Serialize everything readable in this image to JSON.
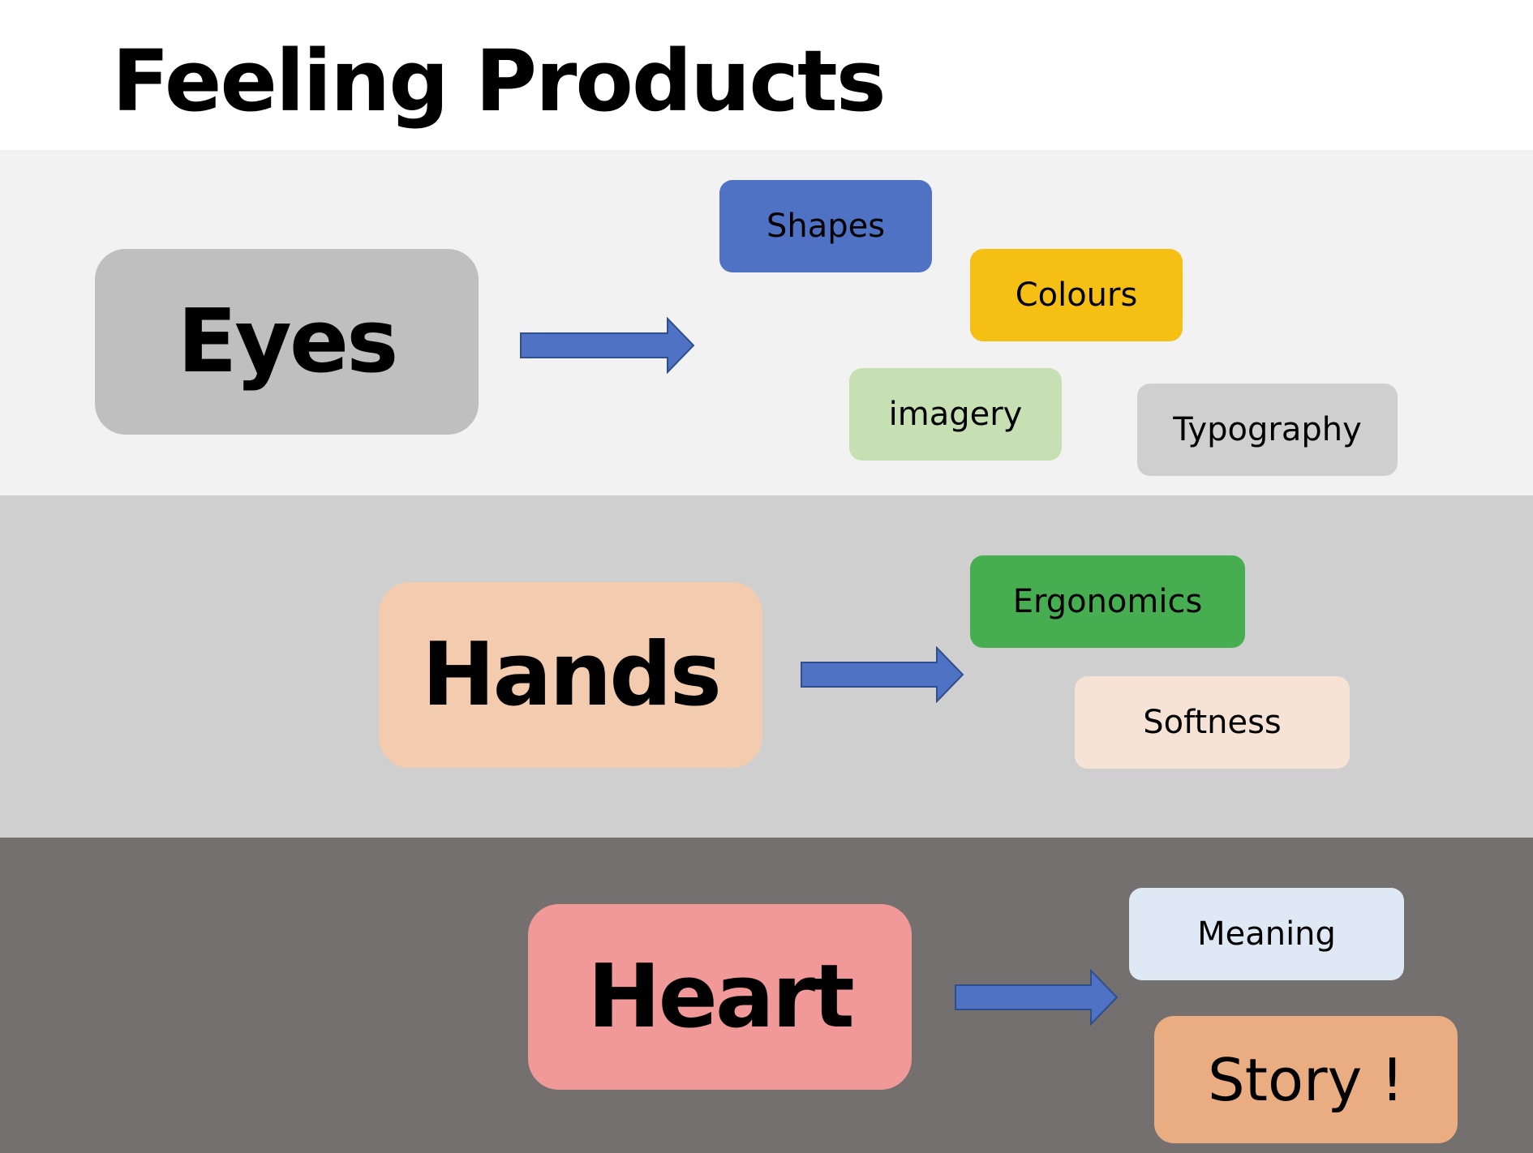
{
  "title": "Feeling Products",
  "colors": {
    "band_eyes": "#f2f2f2",
    "band_hands": "#d0cfd0",
    "band_heart": "#747070",
    "arrow_fill": "#4f72c4",
    "arrow_stroke": "#2f4e8c"
  },
  "sections": [
    {
      "label": "Eyes",
      "color": "#bfbfbf",
      "items": [
        {
          "label": "Shapes",
          "color": "#4f72c4"
        },
        {
          "label": "Colours",
          "color": "#f5bf14"
        },
        {
          "label": "imagery",
          "color": "#c6e0b3"
        },
        {
          "label": "Typography",
          "color": "#d0cfd0"
        }
      ]
    },
    {
      "label": "Hands",
      "color": "#f3cbaf",
      "items": [
        {
          "label": "Ergonomics",
          "color": "#46ae50"
        },
        {
          "label": "Softness",
          "color": "#f7e3d5"
        }
      ]
    },
    {
      "label": "Heart",
      "color": "#f19899",
      "items": [
        {
          "label": "Meaning",
          "color": "#dfe9f6"
        },
        {
          "label": "Story !",
          "color": "#eaac81"
        }
      ]
    }
  ]
}
